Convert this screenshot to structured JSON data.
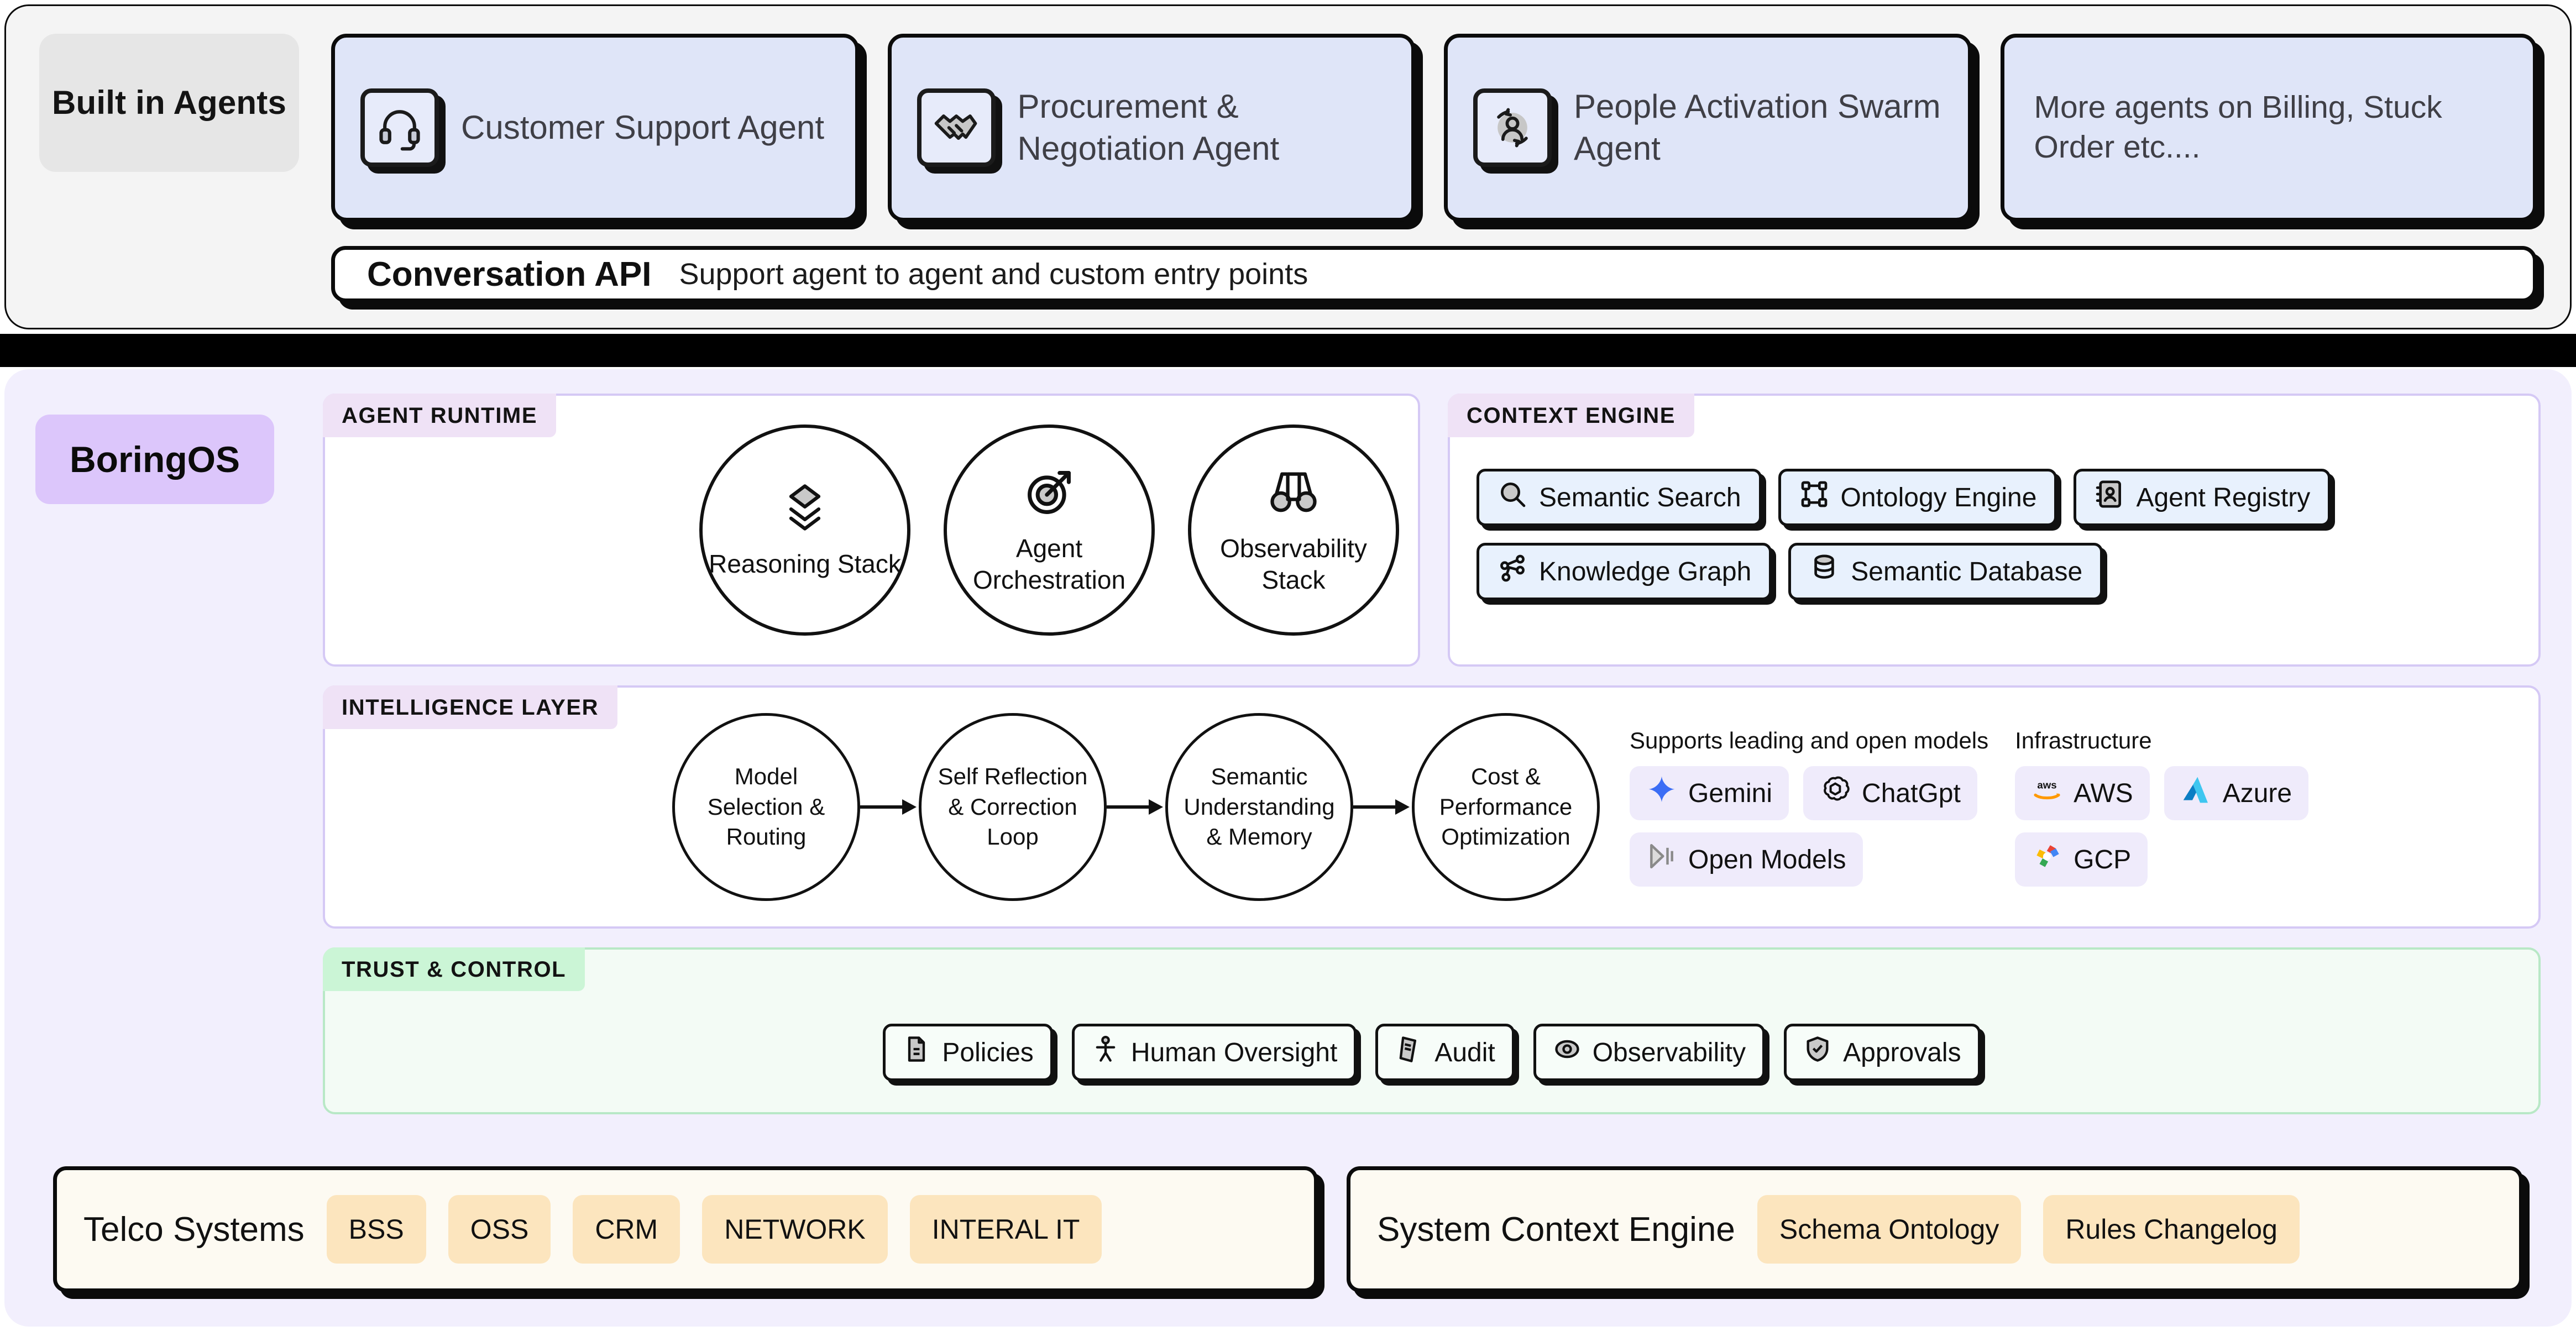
{
  "builtin": {
    "badge_label": "Built in Agents",
    "agents": [
      {
        "label": "Customer Support Agent",
        "icon": "headset-icon",
        "has_icon": true
      },
      {
        "label": "Procurement & Negotiation Agent",
        "icon": "handshake-icon",
        "has_icon": true
      },
      {
        "label": "People Activation Swarm Agent",
        "icon": "people-swarm-icon",
        "has_icon": true
      },
      {
        "label": "More agents on Billing, Stuck Order etc....",
        "icon": "",
        "has_icon": false
      }
    ],
    "conversation_api": {
      "title": "Conversation API",
      "subtitle": "Support agent to agent and custom entry points"
    }
  },
  "os": {
    "badge_label": "BoringOS",
    "agent_runtime": {
      "tab": "AGENT RUNTIME",
      "circles": [
        {
          "label": "Reasoning Stack",
          "icon": "layers-icon"
        },
        {
          "label": "Agent Orchestration",
          "icon": "target-icon"
        },
        {
          "label": "Observability Stack",
          "icon": "binoculars-icon"
        }
      ]
    },
    "context_engine": {
      "tab": "CONTEXT ENGINE",
      "row1": [
        {
          "label": "Semantic Search",
          "icon": "search-icon"
        },
        {
          "label": "Ontology Engine",
          "icon": "ontology-icon"
        },
        {
          "label": "Agent Registry",
          "icon": "contact-book-icon"
        }
      ],
      "row2": [
        {
          "label": "Knowledge Graph",
          "icon": "graph-node-icon"
        },
        {
          "label": "Semantic Database",
          "icon": "database-icon"
        }
      ]
    },
    "intelligence_layer": {
      "tab": "INTELLIGENCE LAYER",
      "flow": [
        {
          "label": "Model Selection & Routing"
        },
        {
          "label": "Self Reflection & Correction Loop"
        },
        {
          "label": "Semantic Understanding & Memory"
        },
        {
          "label": "Cost & Performance Optimization"
        }
      ],
      "models_heading": "Supports leading and open models",
      "models": [
        {
          "label": "Gemini",
          "icon": "gemini-icon"
        },
        {
          "label": "ChatGpt",
          "icon": "openai-icon"
        },
        {
          "label": "Open Models",
          "icon": "open-models-icon"
        }
      ],
      "infra_heading": "Infrastructure",
      "infrastructure": [
        {
          "label": "AWS",
          "icon": "aws-icon"
        },
        {
          "label": "Azure",
          "icon": "azure-icon"
        },
        {
          "label": "GCP",
          "icon": "gcp-icon"
        }
      ]
    },
    "trust_control": {
      "tab": "TRUST & CONTROL",
      "items": [
        {
          "label": "Policies",
          "icon": "policy-doc-icon"
        },
        {
          "label": "Human Oversight",
          "icon": "person-icon"
        },
        {
          "label": "Audit",
          "icon": "audit-doc-icon"
        },
        {
          "label": "Observability",
          "icon": "eye-icon"
        },
        {
          "label": "Approvals",
          "icon": "shield-check-icon"
        }
      ]
    }
  },
  "bottom": {
    "telco": {
      "title": "Telco Systems",
      "tags": [
        "BSS",
        "OSS",
        "CRM",
        "NETWORK",
        "INTERAL IT"
      ]
    },
    "system_context": {
      "title": "System Context Engine",
      "tags": [
        "Schema Ontology",
        "Rules Changelog"
      ]
    }
  },
  "colors": {
    "agent_card_bg": "#DFE5F8",
    "os_panel_bg": "#F2EFFD",
    "os_badge_bg": "#DCC6FB",
    "purple_tab": "#EFE2F6",
    "green_tab": "#CBF5D6",
    "chip_blue": "#E8F1FD",
    "model_chip": "#EFEBFB",
    "bottom_card_bg": "#FDFAF2",
    "bottom_tag_bg": "#FCE5BE",
    "outline": "#0b0b0b"
  }
}
